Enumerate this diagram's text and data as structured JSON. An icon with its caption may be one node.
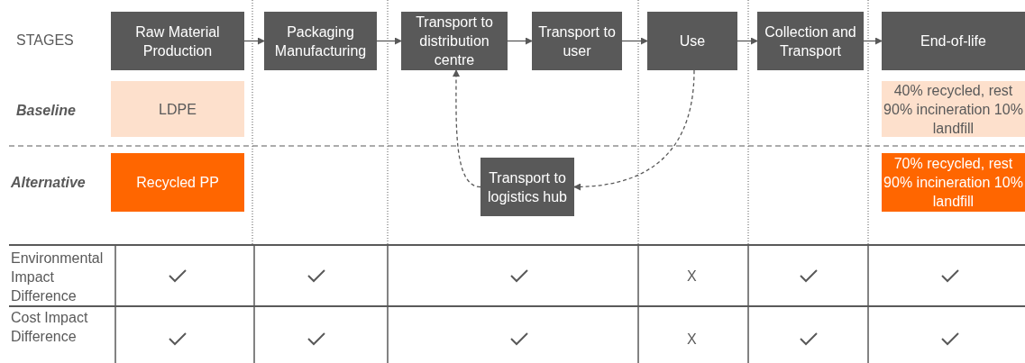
{
  "diagram": {
    "nodes": [
      {
        "text": [
          "Raw Material Production"
        ]
      },
      {
        "text": [
          "Packaging Manufacturing"
        ]
      },
      {
        "text": [
          "Transport to distribution centre"
        ]
      },
      {
        "text": [
          "Transport to user"
        ]
      },
      {
        "text": [
          "Use"
        ]
      },
      {
        "text": [
          "Collection and Transport"
        ]
      },
      {
        "text": [
          "End-of-life"
        ]
      },
      {
        "text": [
          "LDPE"
        ]
      },
      {
        "text": [
          "40% recycled, rest 90% incineration 10% landfill"
        ]
      },
      {
        "text": [
          "Recycled PP"
        ]
      },
      {
        "text": [
          "Transport to logistics hub"
        ]
      },
      {
        "text": [
          "70% recycled, rest 90% incineration 10% landfill"
        ]
      }
    ],
    "edges": [
      {
        "from": 0,
        "to": 1,
        "arrow": "to"
      },
      {
        "from": 1,
        "to": 2,
        "arrow": "to"
      },
      {
        "from": 2,
        "to": 3,
        "arrow": "to"
      },
      {
        "from": 3,
        "to": 4,
        "arrow": "to"
      },
      {
        "from": 4,
        "to": 5,
        "arrow": "to"
      },
      {
        "from": 5,
        "to": 6,
        "arrow": "to"
      },
      {
        "from": 4,
        "to": 10,
        "arrow": "to",
        "style": "dashed"
      },
      {
        "from": 10,
        "to": 2,
        "arrow": "to",
        "style": "dashed"
      }
    ],
    "labels": [
      "STAGES",
      "Baseline",
      "Alternative",
      "Environmental Impact Difference",
      "X",
      "Cost Impact Difference",
      "X"
    ]
  }
}
